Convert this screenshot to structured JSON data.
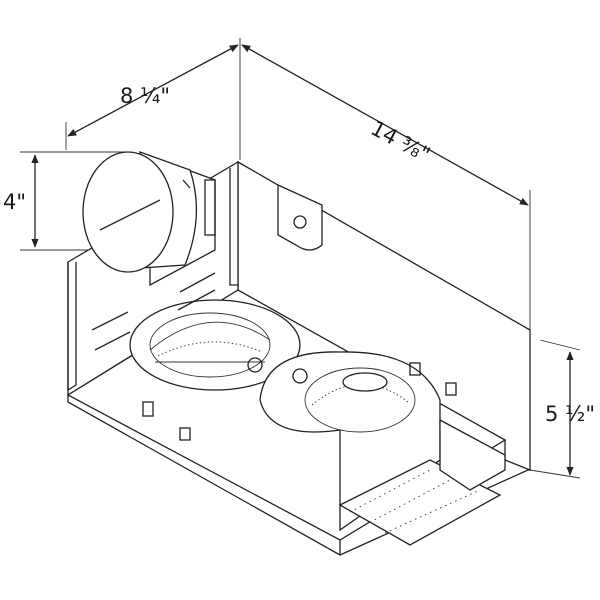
{
  "dimensions": {
    "depth": "8 ¼\"",
    "length": "14 ⅜\"",
    "duct_height": "4\"",
    "height": "5 ½\""
  },
  "colors": {
    "line": "#222222",
    "background": "#ffffff"
  }
}
